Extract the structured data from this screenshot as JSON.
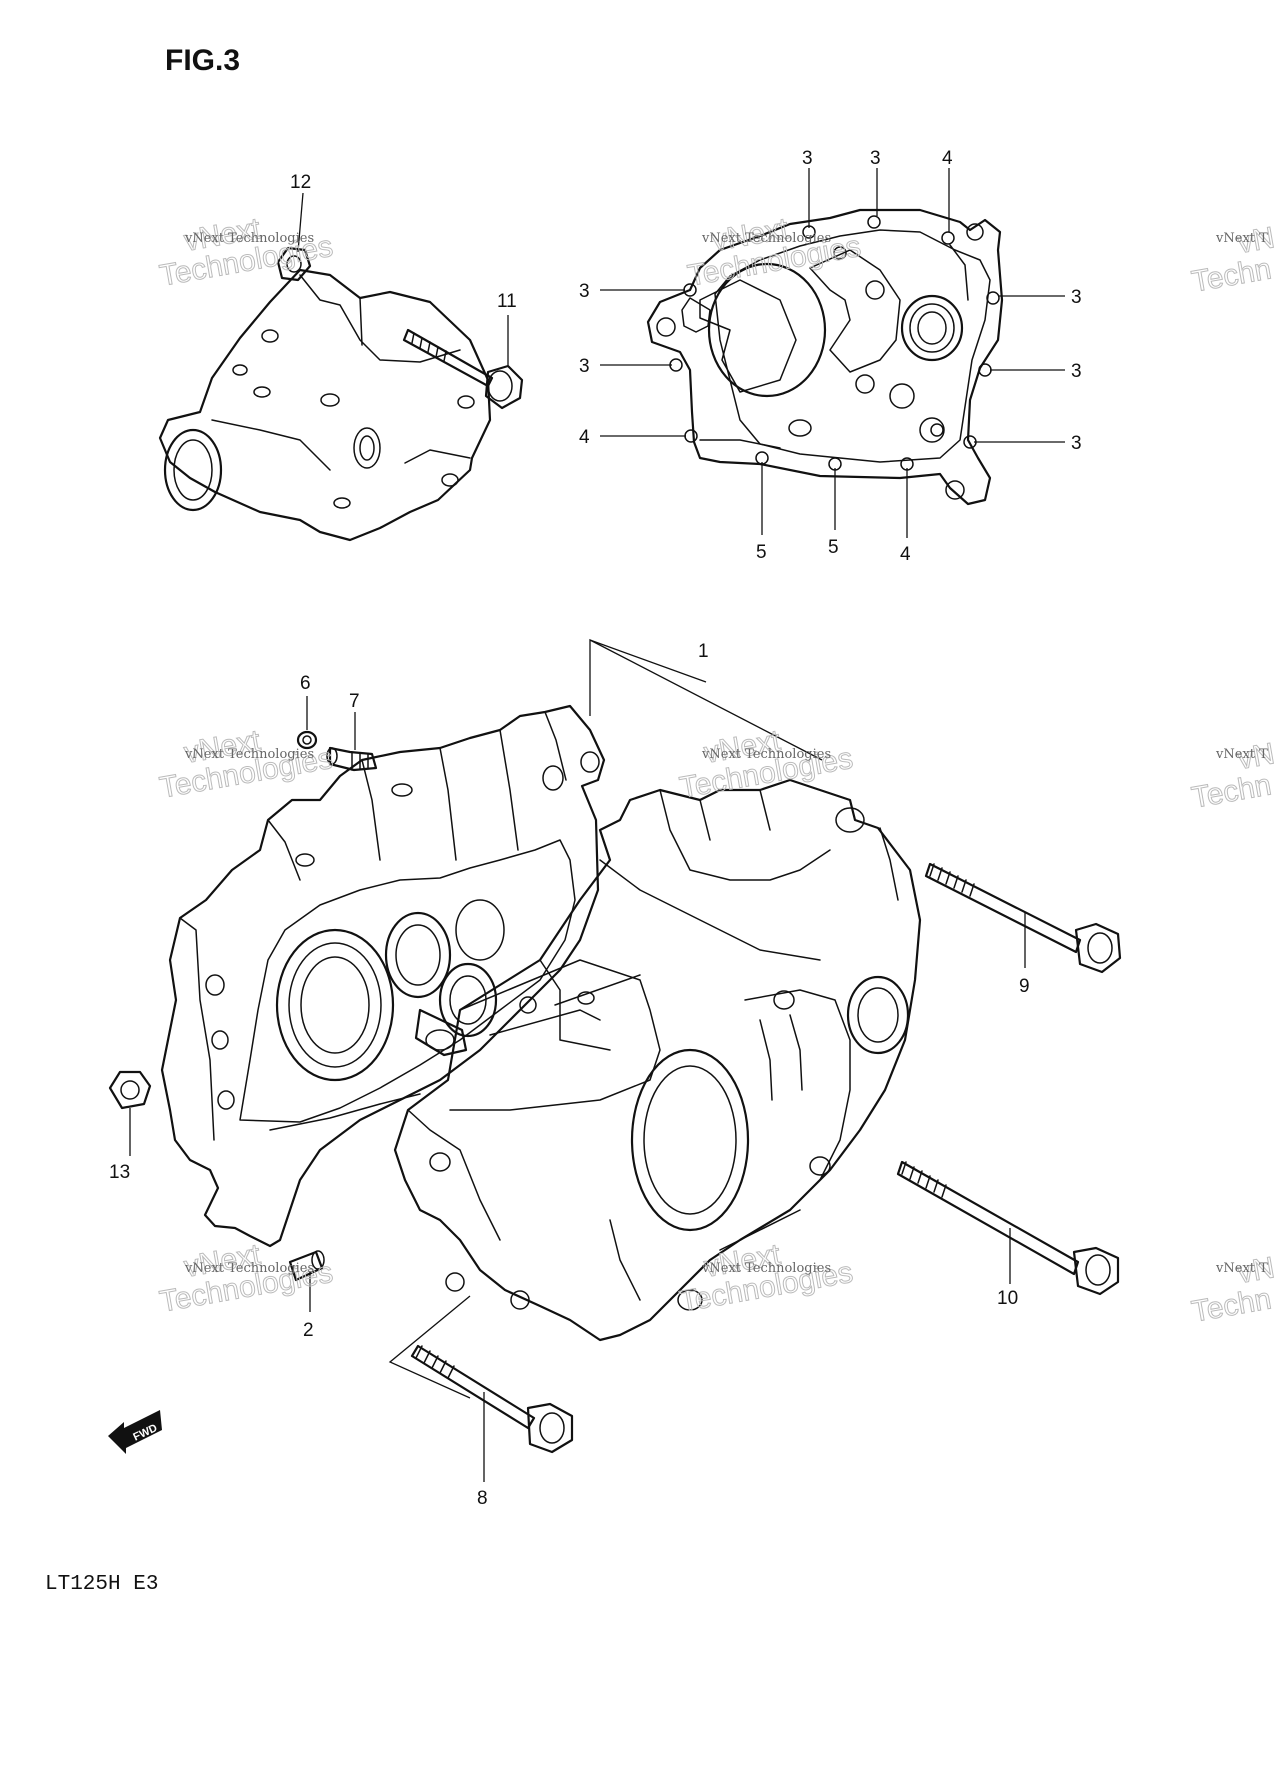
{
  "figure_label": "FIG.3",
  "model_code": "LT125H E3",
  "fwd_label": "FWD",
  "watermark": {
    "small": "vNext Technologies",
    "large_a": "vNext",
    "large_b": "Technologies",
    "edge_a": "vN",
    "edge_b": "Techn",
    "edge_small": "vNext T"
  },
  "callouts": [
    "1",
    "2",
    "3",
    "4",
    "5",
    "6",
    "7",
    "8",
    "9",
    "10",
    "11",
    "12",
    "13"
  ],
  "colors": {
    "ink": "#111111",
    "watermark": "#bbbbbb",
    "background": "#ffffff"
  }
}
